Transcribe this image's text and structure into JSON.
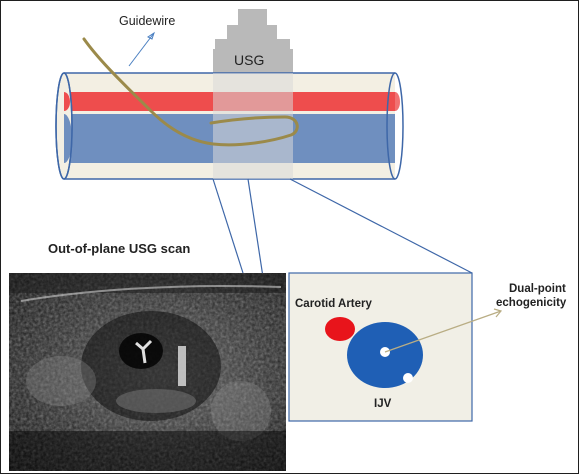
{
  "labels": {
    "guidewire": "Guidewire",
    "probe": "USG",
    "scan_title": "Out-of-plane  USG scan",
    "artery": "Carotid Artery",
    "vein": "IJV",
    "echo_line1": "Dual-point",
    "echo_line2": "echogenicity"
  },
  "colors": {
    "vessel_outer": "#f3efe3",
    "vessel_outline": "#3e67a8",
    "artery_stripe": "#ee4d4d",
    "vein_fill": "#6f8fbf",
    "probe": "#b9b9b9",
    "wire": "#9b8a4a",
    "inset_bg": "#f1efe6",
    "ijv": "#1f5fb5",
    "carotid": "#e8141b",
    "leader_line": "#3e67a8"
  }
}
